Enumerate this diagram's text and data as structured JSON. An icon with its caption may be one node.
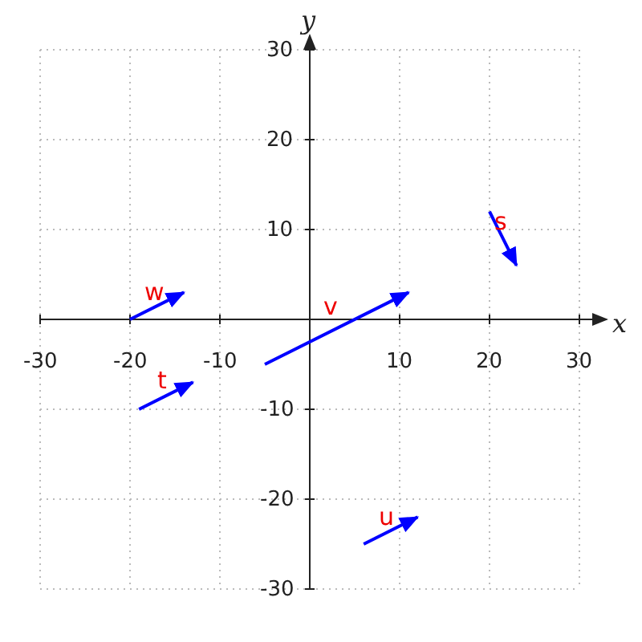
{
  "diagram": {
    "labels": [
      "y",
      "30",
      "20",
      "10",
      "s",
      "w",
      "v",
      "x",
      "-30",
      "-20",
      "-10",
      "10",
      "20",
      "30",
      "t",
      "-10",
      "u",
      "-20",
      "-30"
    ]
  }
}
